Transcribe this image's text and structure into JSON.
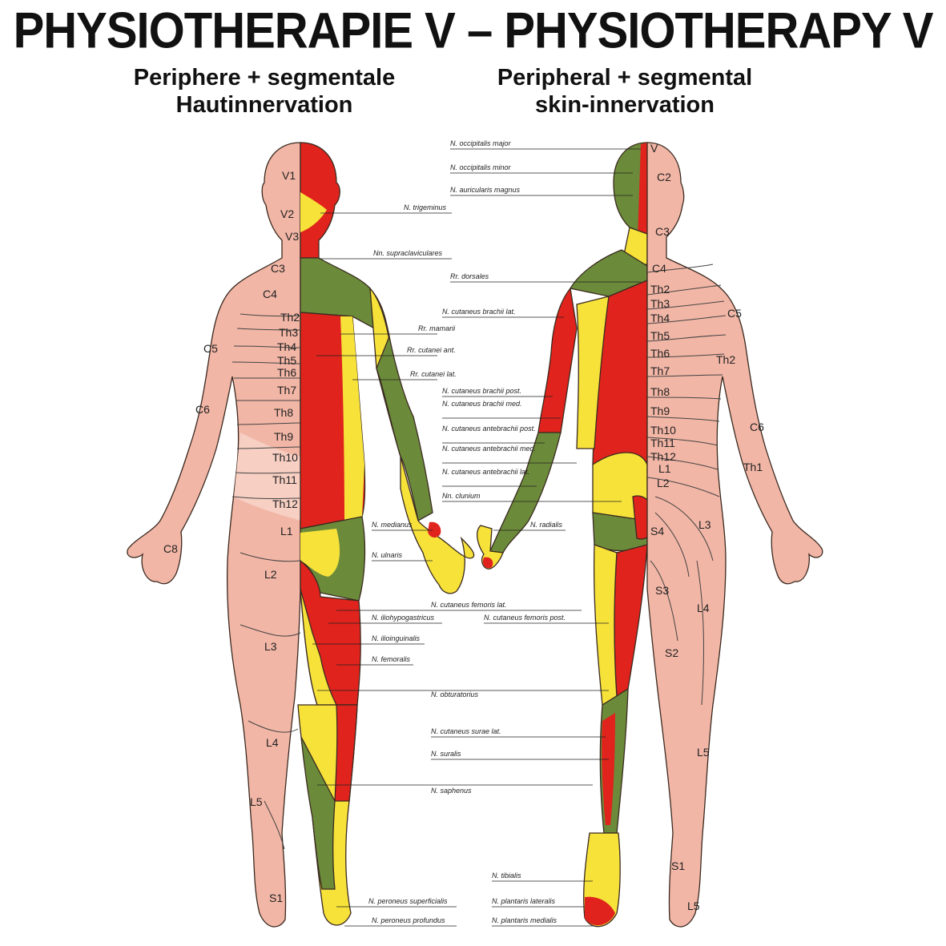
{
  "title": "PHYSIOTHERAPIE V – PHYSIOTHERAPY V",
  "subtitle_de": [
    "Periphere + segmentale",
    "Hautinnervation"
  ],
  "subtitle_en": [
    "Peripheral + segmental",
    "skin-innervation"
  ],
  "colors": {
    "skin": "#f2b6a6",
    "skin_light": "#f7cfc3",
    "red": "#e0231c",
    "yellow": "#f7e23a",
    "green": "#6b8a3a",
    "outline": "#3a2a20"
  },
  "front_segments": [
    "V1",
    "V2",
    "V3",
    "C3",
    "C4",
    "Th2",
    "Th3",
    "Th4",
    "Th5",
    "Th6",
    "Th7",
    "Th8",
    "Th9",
    "Th10",
    "Th11",
    "Th12",
    "C5",
    "C6",
    "C8",
    "L1",
    "L2",
    "L3",
    "L4",
    "L5",
    "S1"
  ],
  "back_segments": [
    "V",
    "C2",
    "C3",
    "C4",
    "Th2",
    "Th3",
    "Th4",
    "Th5",
    "Th6",
    "Th7",
    "Th8",
    "Th9",
    "Th10",
    "Th11",
    "Th12",
    "L1",
    "L2",
    "C5",
    "Th2",
    "C6",
    "Th1",
    "L3",
    "S4",
    "S3",
    "L4",
    "S2",
    "L5",
    "S1",
    "L5"
  ],
  "nerves_front": [
    "N. trigeminus",
    "Nn. supraclaviculares",
    "Rr. mamarii",
    "Rr. cutanei ant.",
    "Rr. cutanei lat.",
    "N. medianus",
    "N. ulnaris",
    "N. iliohypogastricus",
    "N. ilioinguinalis",
    "N. femoralis",
    "N. peroneus superficialis",
    "N. peroneus profundus"
  ],
  "nerves_back": [
    "N. occipitalis major",
    "N. occipitalis minor",
    "N. auricularis magnus",
    "Rr. dorsales",
    "N. cutaneus brachii lat.",
    "N. cutaneus brachii post.",
    "N. cutaneus brachii med.",
    "N. cutaneus antebrachii post.",
    "N. cutaneus antebrachii med.",
    "N. cutaneus antebrachii lat.",
    "Nn. clunium",
    "N. radialis",
    "N. cutaneus femoris lat.",
    "N. cutaneus femoris post.",
    "N. obturatorius",
    "N. cutaneus surae lat.",
    "N. suralis",
    "N. saphenus",
    "N. tibialis",
    "N. plantaris lateralis",
    "N. plantaris medialis"
  ]
}
